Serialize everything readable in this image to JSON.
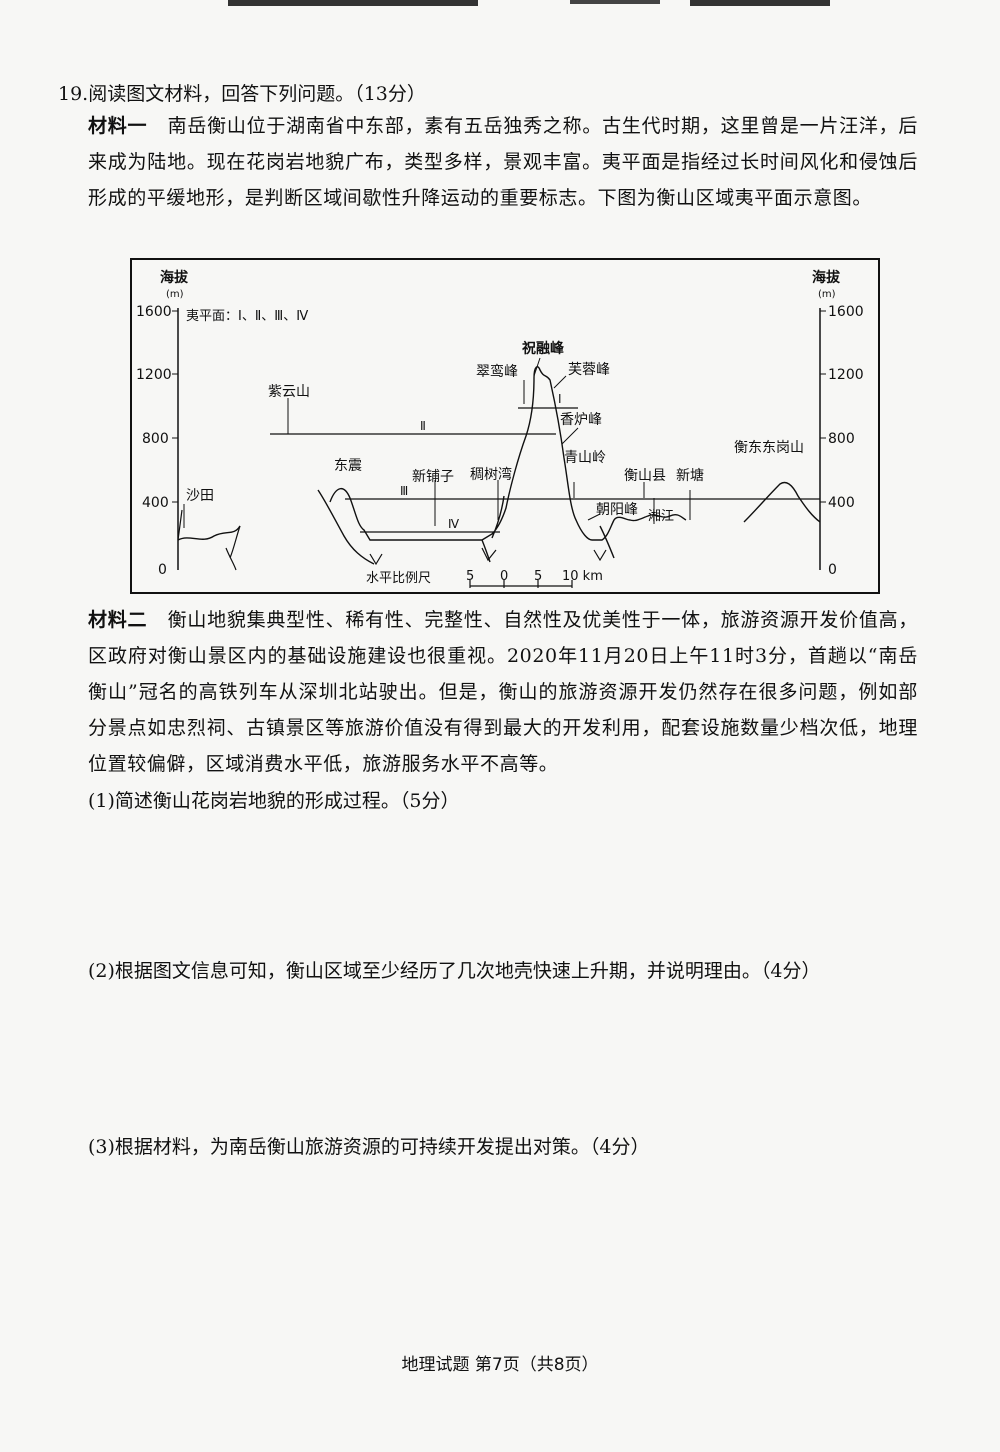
{
  "question": {
    "number": "19.",
    "prompt": "阅读图文材料，回答下列问题。（13分）"
  },
  "material1": {
    "label": "材料一",
    "text": "南岳衡山位于湖南省中东部，素有五岳独秀之称。古生代时期，这里曾是一片汪洋，后来成为陆地。现在花岗岩地貌广布，类型多样，景观丰富。夷平面是指经过长时间风化和侵蚀后形成的平缓地形，是判断区域间歇性升降运动的重要标志。下图为衡山区域夷平面示意图。"
  },
  "figure": {
    "y_axis_left_title": "海拔",
    "y_axis_right_title": "海拔",
    "y_axis_unit": "(m)",
    "y_ticks": [
      "1600",
      "1200",
      "800",
      "400",
      "0"
    ],
    "legend": "夷平面：Ⅰ、Ⅱ、Ⅲ、Ⅳ",
    "places": {
      "shatian": "沙田",
      "ziyunshan": "紫云山",
      "dongzhen": "东震",
      "xinpuzi": "新铺子",
      "choushuwan": "稠树湾",
      "cuiluanfeng": "翠鸾峰",
      "zhurongfeng": "祝融峰",
      "furongfeng": "芙蓉峰",
      "xianglufeng": "香炉峰",
      "qingshanling": "青山岭",
      "zhaoyangfeng": "朝阳峰",
      "hengshanxian": "衡山县",
      "xintang": "新塘",
      "xiangjiang": "湘江",
      "hengdongdonggangshan": "衡东东岗山"
    },
    "surfaces": {
      "s1": "Ⅰ",
      "s2": "Ⅱ",
      "s3": "Ⅲ",
      "s4": "Ⅳ"
    },
    "scale": {
      "label": "水平比例尺",
      "ticks": [
        "5",
        "0",
        "5",
        "10 km"
      ]
    }
  },
  "material2": {
    "label": "材料二",
    "text": "衡山地貌集典型性、稀有性、完整性、自然性及优美性于一体，旅游资源开发价值高，区政府对衡山景区内的基础设施建设也很重视。2020年11月20日上午11时3分，首趟以“南岳衡山”冠名的高铁列车从深圳北站驶出。但是，衡山的旅游资源开发仍然存在很多问题，例如部分景点如忠烈祠、古镇景区等旅游价值没有得到最大的开发利用，配套设施数量少档次低，地理位置较偏僻，区域消费水平低，旅游服务水平不高等。"
  },
  "sub_questions": [
    "(1)简述衡山花岗岩地貌的形成过程。（5分）",
    "(2)根据图文信息可知，衡山区域至少经历了几次地壳快速上升期，并说明理由。（4分）",
    "(3)根据材料，为南岳衡山旅游资源的可持续开发提出对策。（4分）"
  ],
  "footer": "地理试题 第7页（共8页）"
}
